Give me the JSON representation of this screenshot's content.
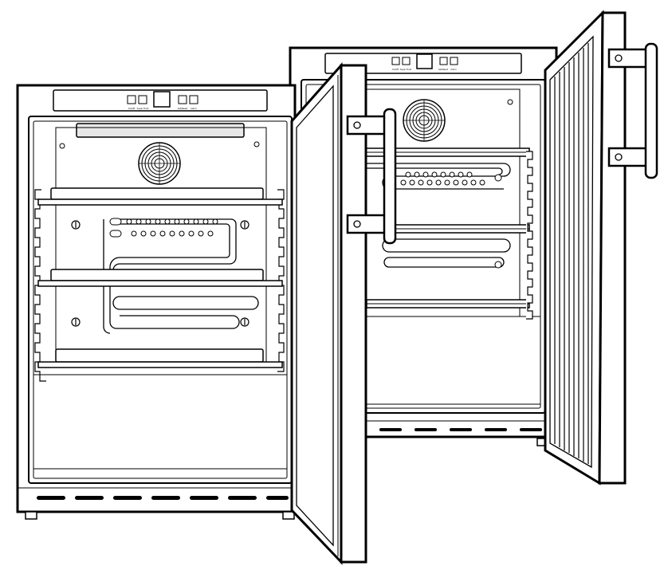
{
  "front_fridge": {
    "control_panel": {
      "button_1_label": "On/Off",
      "button_2_label": "Super Frost",
      "button_3_label": "Set/Reset",
      "button_4_label": "Alarm"
    }
  },
  "back_fridge": {
    "control_panel": {
      "button_1_label": "On/Off",
      "button_2_label": "Super Frost",
      "button_3_label": "Set/Reset",
      "button_4_label": "Alarm"
    }
  },
  "colors": {
    "line": "#000000",
    "fill": "#ffffff",
    "light_gray": "#e8e8e8"
  }
}
